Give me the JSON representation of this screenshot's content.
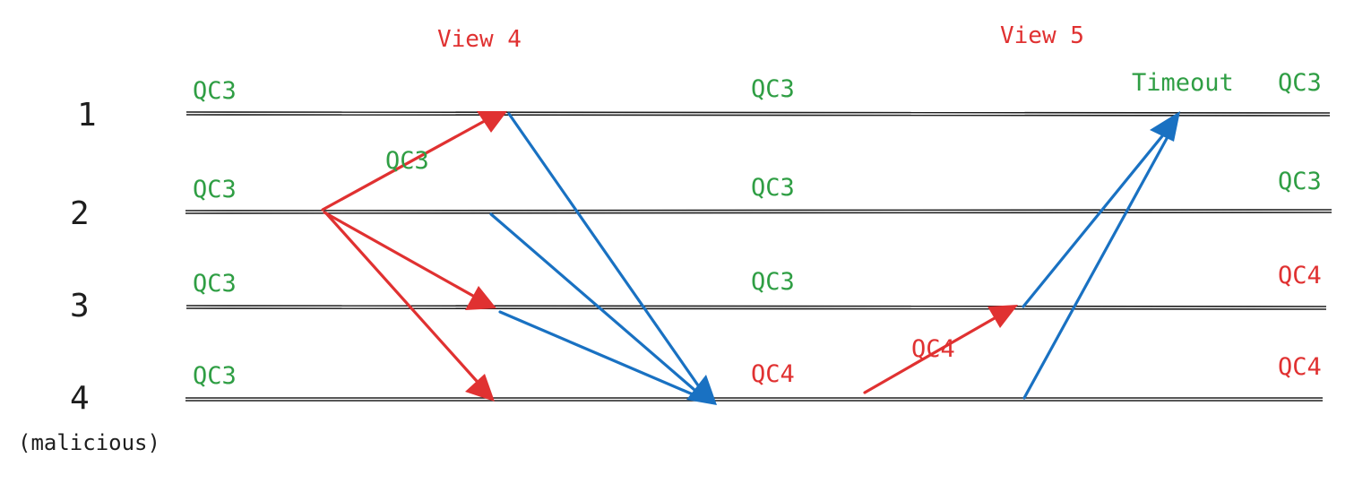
{
  "views": {
    "view4": "View 4",
    "view5": "View 5"
  },
  "nodes": [
    {
      "id": "1",
      "sublabel": ""
    },
    {
      "id": "2",
      "sublabel": ""
    },
    {
      "id": "3",
      "sublabel": ""
    },
    {
      "id": "4",
      "sublabel": "(malicious)"
    }
  ],
  "state_labels": {
    "initial": [
      "QC3",
      "QC3",
      "QC3",
      "QC3"
    ],
    "middle": [
      "QC3",
      "QC3",
      "QC3",
      "QC4"
    ],
    "final": [
      "QC3",
      "QC3",
      "QC4",
      "QC4"
    ],
    "timeout": "Timeout"
  },
  "messages": {
    "view4_proposal": "QC3",
    "view5_proposal": "QC4"
  },
  "colors": {
    "ink": "#1e1e1e",
    "red": "#e03131",
    "green": "#2f9e44",
    "blue": "#1971c2"
  }
}
